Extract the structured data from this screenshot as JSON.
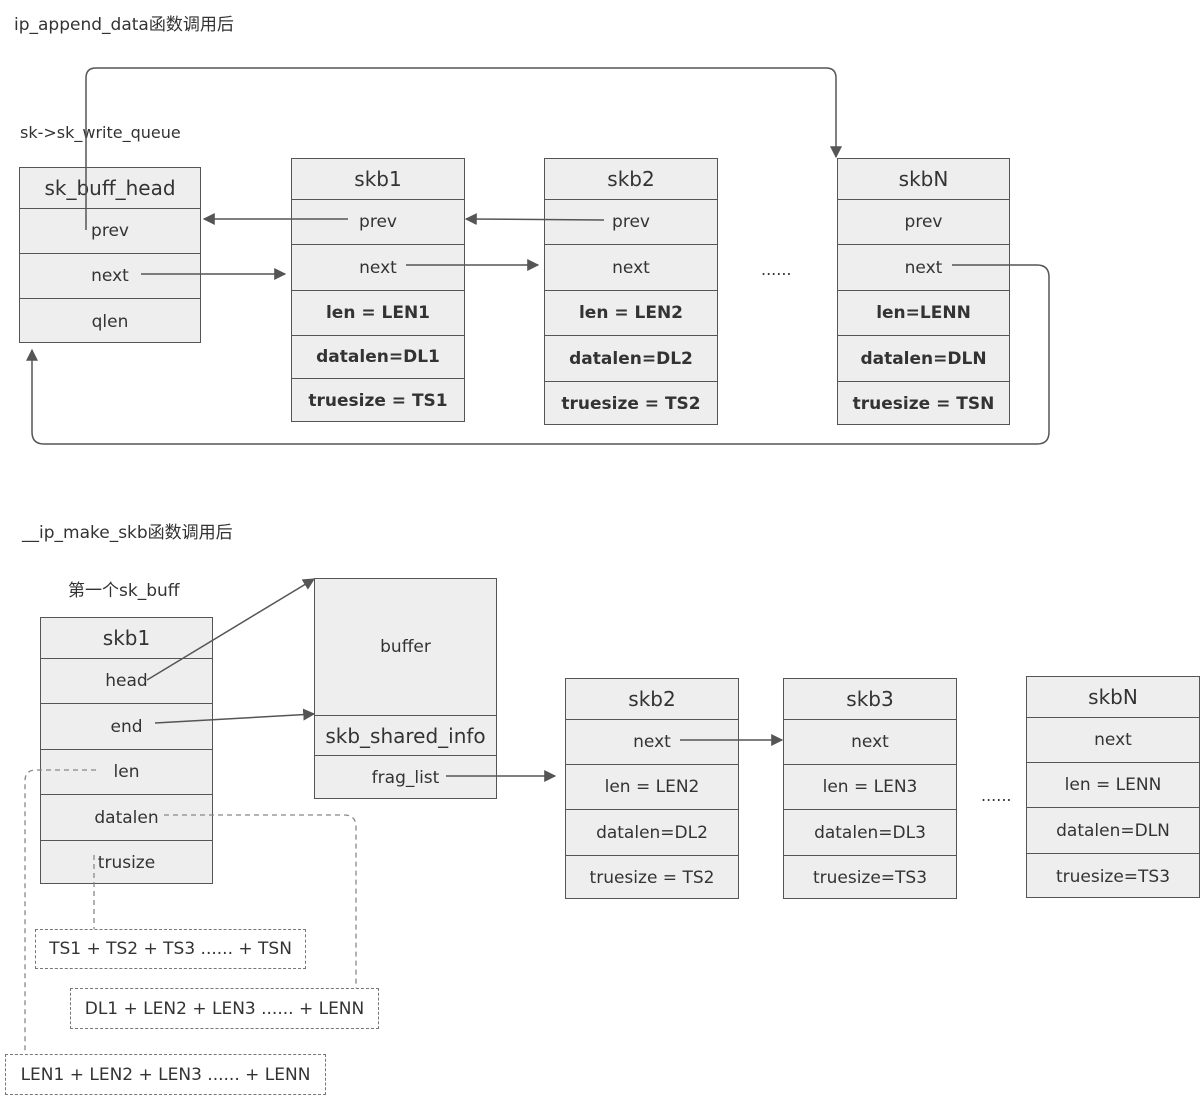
{
  "top": {
    "title": "ip_append_data函数调用后",
    "queue_label": "sk->sk_write_queue",
    "head": {
      "title": "sk_buff_head",
      "fields": [
        "prev",
        "next",
        "qlen"
      ]
    },
    "skbs": [
      {
        "title": "skb1",
        "fields": [
          "prev",
          "next",
          "len = LEN1",
          "datalen=DL1",
          "truesize = TS1"
        ]
      },
      {
        "title": "skb2",
        "fields": [
          "prev",
          "next",
          "len = LEN2",
          "datalen=DL2",
          "truesize = TS2"
        ]
      },
      {
        "title": "skbN",
        "fields": [
          "prev",
          "next",
          "len=LENN",
          "datalen=DLN",
          "truesize = TSN"
        ]
      }
    ],
    "ellipsis": "......"
  },
  "bottom": {
    "title": "__ip_make_skb函数调用后",
    "first_label": "第一个sk_buff",
    "skb1": {
      "title": "skb1",
      "fields": [
        "head",
        "end",
        "len",
        "datalen",
        "trusize"
      ]
    },
    "buffer": {
      "label": "buffer",
      "shared_info": "skb_shared_info",
      "frag_list": "frag_list"
    },
    "skbs": [
      {
        "title": "skb2",
        "fields": [
          "next",
          "len = LEN2",
          "datalen=DL2",
          "truesize = TS2"
        ]
      },
      {
        "title": "skb3",
        "fields": [
          "next",
          "len = LEN3",
          "datalen=DL3",
          "truesize=TS3"
        ]
      },
      {
        "title": "skbN",
        "fields": [
          "next",
          "len = LENN",
          "datalen=DLN",
          "truesize=TS3"
        ]
      }
    ],
    "ellipsis": "......",
    "sums": {
      "ts": "TS1  + TS2 + TS3 ...... + TSN",
      "dl": "DL1  + LEN2 + LEN3 ...... + LENN",
      "len": "LEN1  + LEN2 + LEN3 ...... + LENN"
    }
  },
  "colors": {
    "box_fill": "#eeeeee",
    "stroke": "#555555",
    "text": "#333333"
  }
}
